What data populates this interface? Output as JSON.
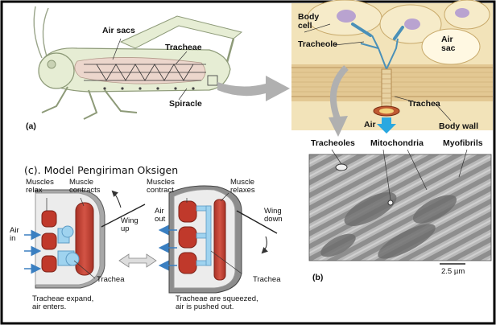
{
  "panel_a": {
    "tag": "(a)",
    "labels": {
      "air_sacs": "Air sacs",
      "tracheae": "Tracheae",
      "spiracle": "Spiracle"
    }
  },
  "panel_top_right": {
    "labels": {
      "body_cell": "Body\ncell",
      "tracheole": "Tracheole",
      "air_sac": "Air\nsac",
      "trachea": "Trachea",
      "air": "Air",
      "body_wall": "Body wall",
      "tracheoles": "Tracheoles",
      "mitochondria": "Mitochondria",
      "myofibrils": "Myofibrils"
    }
  },
  "panel_b": {
    "tag": "(b)",
    "scale_label": "2.5 µm"
  },
  "panel_c": {
    "title": "(c). Model Pengiriman Oksigen",
    "left": {
      "muscles_relax": "Muscles\nrelax",
      "muscle_contracts": "Muscle\ncontracts",
      "wing_up": "Wing\nup",
      "air_in": "Air\nin",
      "trachea": "Trachea",
      "caption": "Tracheae expand,\nair enters."
    },
    "right": {
      "muscles_contract": "Muscles\ncontract",
      "muscle_relaxes": "Muscle\nrelaxes",
      "wing_down": "Wing\ndown",
      "air_out": "Air\nout",
      "trachea": "Trachea",
      "caption": "Tracheae are squeezed,\nair is pushed out."
    }
  },
  "colors": {
    "frame": "#000000",
    "body_green": "#e6edd4",
    "tissue_tan": "#f2e3b9",
    "muscle_red": "#c0392b",
    "trachea_blue": "#4a90b8",
    "air_arrow": "#2aa8e0",
    "tube_pale_blue": "#9fd3ef"
  }
}
